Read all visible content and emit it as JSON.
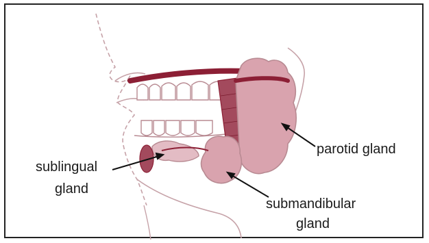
{
  "labels": {
    "parotid": "parotid gland",
    "sublingual_line1": "sublingual",
    "sublingual_line2": "gland",
    "submandibular_line1": "submandibular",
    "submandibular_line2": "gland"
  },
  "colors": {
    "gland_fill": "#d9a3ae",
    "gland_dark": "#a34a5d",
    "duct": "#8c1f35",
    "outline": "#b88a92",
    "arrow": "#111111"
  }
}
